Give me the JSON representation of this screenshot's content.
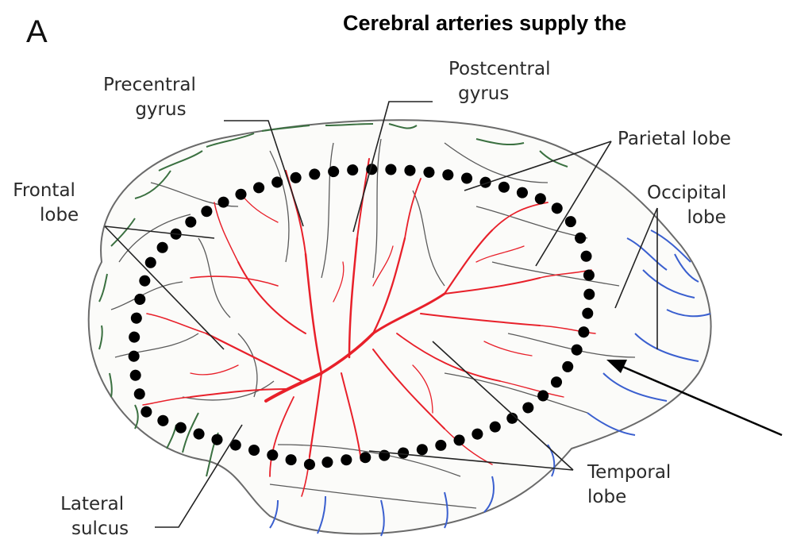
{
  "panel_letter": "A",
  "title": "Cerebral arteries supply the",
  "labels": {
    "precentral": {
      "line1": "Precentral",
      "line2": "gyrus"
    },
    "postcentral": {
      "line1": "Postcentral",
      "line2": "gyrus"
    },
    "parietal": {
      "line1": "Parietal lobe"
    },
    "frontal": {
      "line1": "Frontal",
      "line2": "lobe"
    },
    "occipital": {
      "line1": "Occipital",
      "line2": "lobe"
    },
    "temporal": {
      "line1": "Temporal",
      "line2": "lobe"
    },
    "lateral": {
      "line1": "Lateral",
      "line2": "sulcus"
    }
  },
  "colors": {
    "middle_cerebral_artery": "#e8202a",
    "anterior_cerebral_artery": "#3a7040",
    "posterior_cerebral_artery": "#3a5fcf",
    "sulci": "#555555",
    "leader_lines": "#222222",
    "territory_outline": "#000000"
  }
}
